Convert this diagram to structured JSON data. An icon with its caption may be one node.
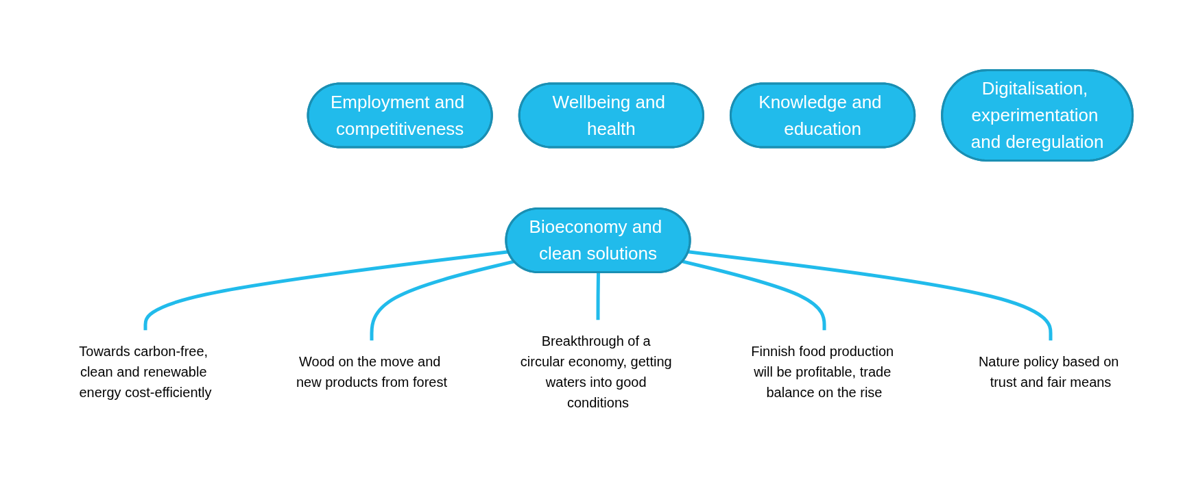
{
  "diagram": {
    "nodes": [
      {
        "text": [
          "Employment and competitiveness"
        ]
      },
      {
        "text": [
          "Wellbeing and health"
        ]
      },
      {
        "text": [
          "Knowledge and education"
        ]
      },
      {
        "text": [
          "Bioeconomy and clean solutions"
        ]
      },
      {
        "text": [
          "Digitalisation, experimentation and deregulation"
        ]
      },
      {
        "text": [
          "Towards carbon-free, clean and renewable energy cost-efficiently"
        ]
      },
      {
        "text": [
          "Wood on the move and new products from forest"
        ]
      },
      {
        "text": [
          "Breakthrough of a circular economy, getting waters into good conditions"
        ]
      },
      {
        "text": [
          "Finnish food production will be profitable, trade balance on the rise"
        ]
      },
      {
        "text": [
          "Nature policy based on trust and fair means"
        ]
      }
    ],
    "edges": [
      {
        "from": 3,
        "to": 5,
        "arrow": "none"
      },
      {
        "from": 3,
        "to": 6,
        "arrow": "none"
      },
      {
        "from": 3,
        "to": 7,
        "arrow": "none"
      },
      {
        "from": 3,
        "to": 8,
        "arrow": "none"
      },
      {
        "from": 3,
        "to": 9,
        "arrow": "none"
      }
    ]
  }
}
